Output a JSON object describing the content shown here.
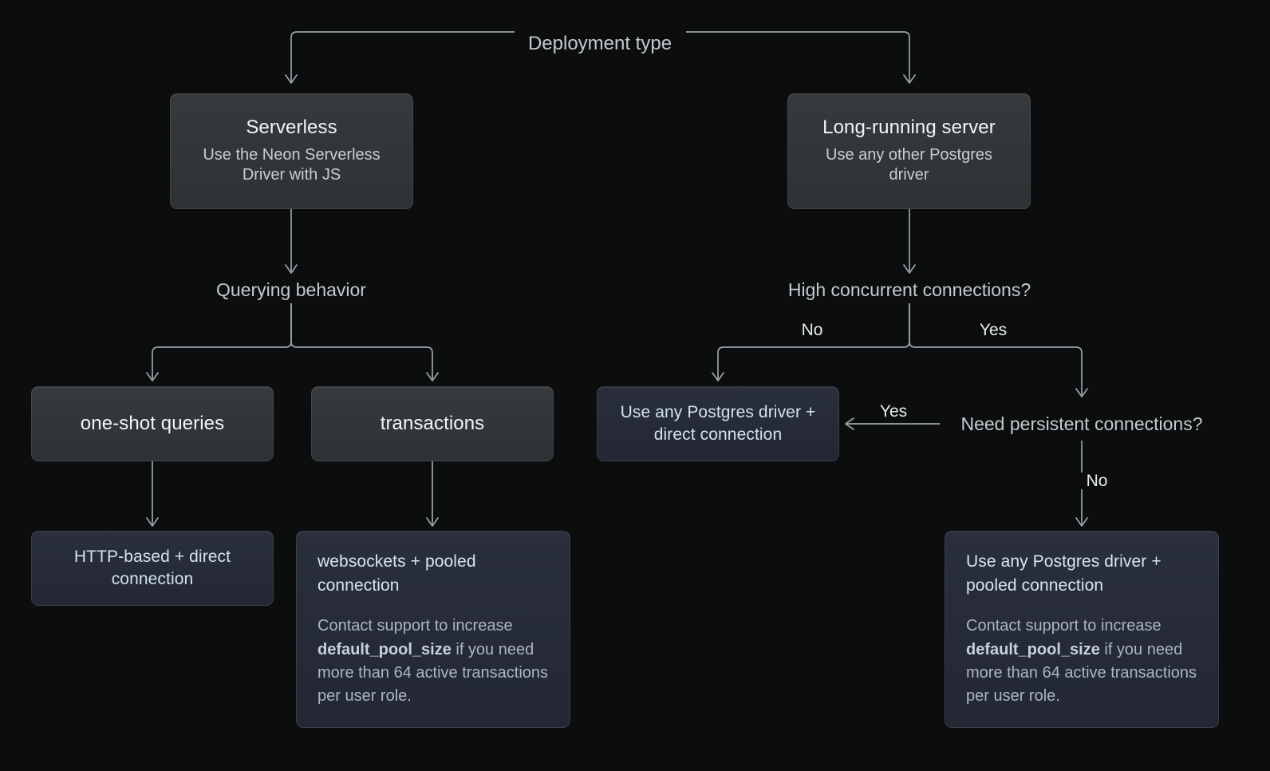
{
  "diagram": {
    "title": "Deployment type",
    "background_color": "#0c0e0e",
    "node_gray_color": "#33363b",
    "node_blue_color": "#262b38",
    "connector_color": "#9aa3ad",
    "accent_text_color": "#cfe3ee"
  },
  "root": {
    "label": "Deployment type"
  },
  "nodes": {
    "serverless": {
      "title": "Serverless",
      "subtitle": "Use the Neon Serverless Driver with JS"
    },
    "long_running": {
      "title": "Long-running server",
      "subtitle": "Use any other Postgres driver"
    },
    "querying_behavior": {
      "label": "Querying behavior"
    },
    "high_concurrent": {
      "label": "High concurrent connections?"
    },
    "one_shot": {
      "title": "one-shot queries"
    },
    "transactions": {
      "title": "transactions"
    },
    "need_persistent": {
      "label": "Need persistent connections?"
    },
    "driver_direct": {
      "title": "Use any Postgres driver + direct connection"
    },
    "http_direct": {
      "title": "HTTP-based + direct connection"
    },
    "websockets_pooled": {
      "title": "websockets + pooled connection",
      "body_before": "Contact support to increase ",
      "body_bold": "default_pool_size",
      "body_after": " if you need more than 64 active transactions per user role."
    },
    "driver_pooled": {
      "title": "Use any Postgres driver + pooled connection",
      "body_before": "Contact support to increase ",
      "body_bold": "default_pool_size",
      "body_after": " if you need more than 64 active transactions per user role."
    }
  },
  "edge_labels": {
    "concurrent_no": "No",
    "concurrent_yes": "Yes",
    "persistent_yes": "Yes",
    "persistent_no": "No"
  }
}
